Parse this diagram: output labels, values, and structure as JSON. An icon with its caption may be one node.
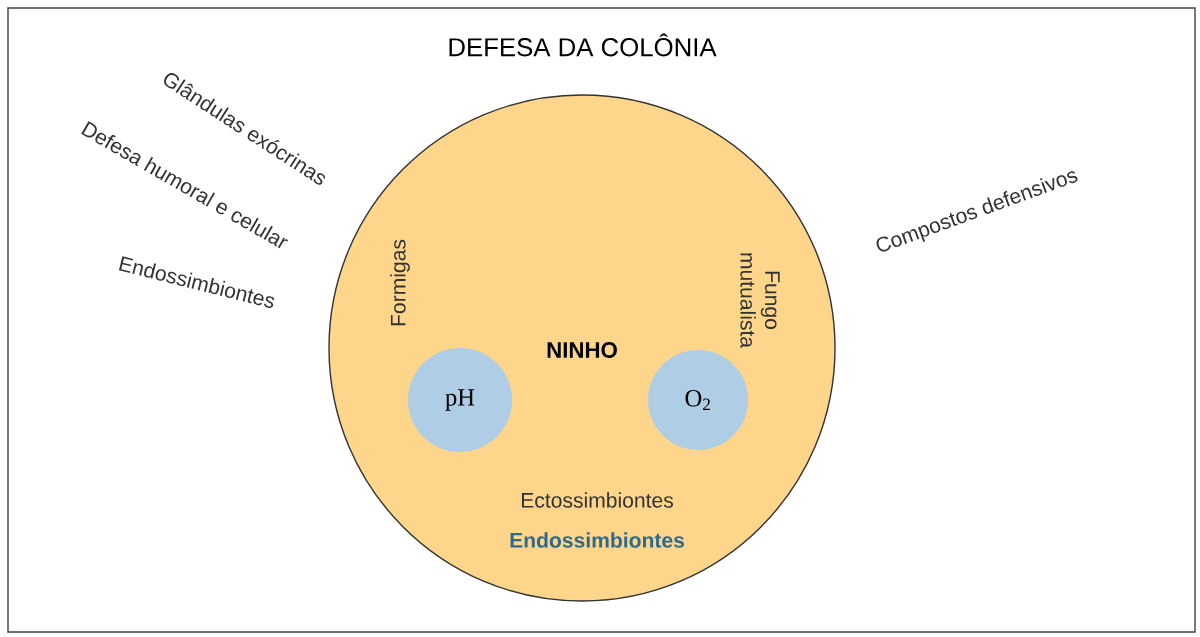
{
  "diagram": {
    "title": "DEFESA DA COLÔNIA",
    "nodes": [
      {
        "text": [
          "Formigas",
          "Fungo mutualista",
          "NINHO",
          "Ectossimbiontes",
          "Endossimbiontes"
        ]
      },
      {
        "text": [
          "pH"
        ],
        "in": 0
      },
      {
        "text": [
          "O$_{2}$"
        ],
        "in": 0
      }
    ],
    "labels": [
      "Glândulas exócrinas",
      "Defesa humoral e celular",
      "Endossimbiontes",
      "Compostos defensivos"
    ]
  }
}
